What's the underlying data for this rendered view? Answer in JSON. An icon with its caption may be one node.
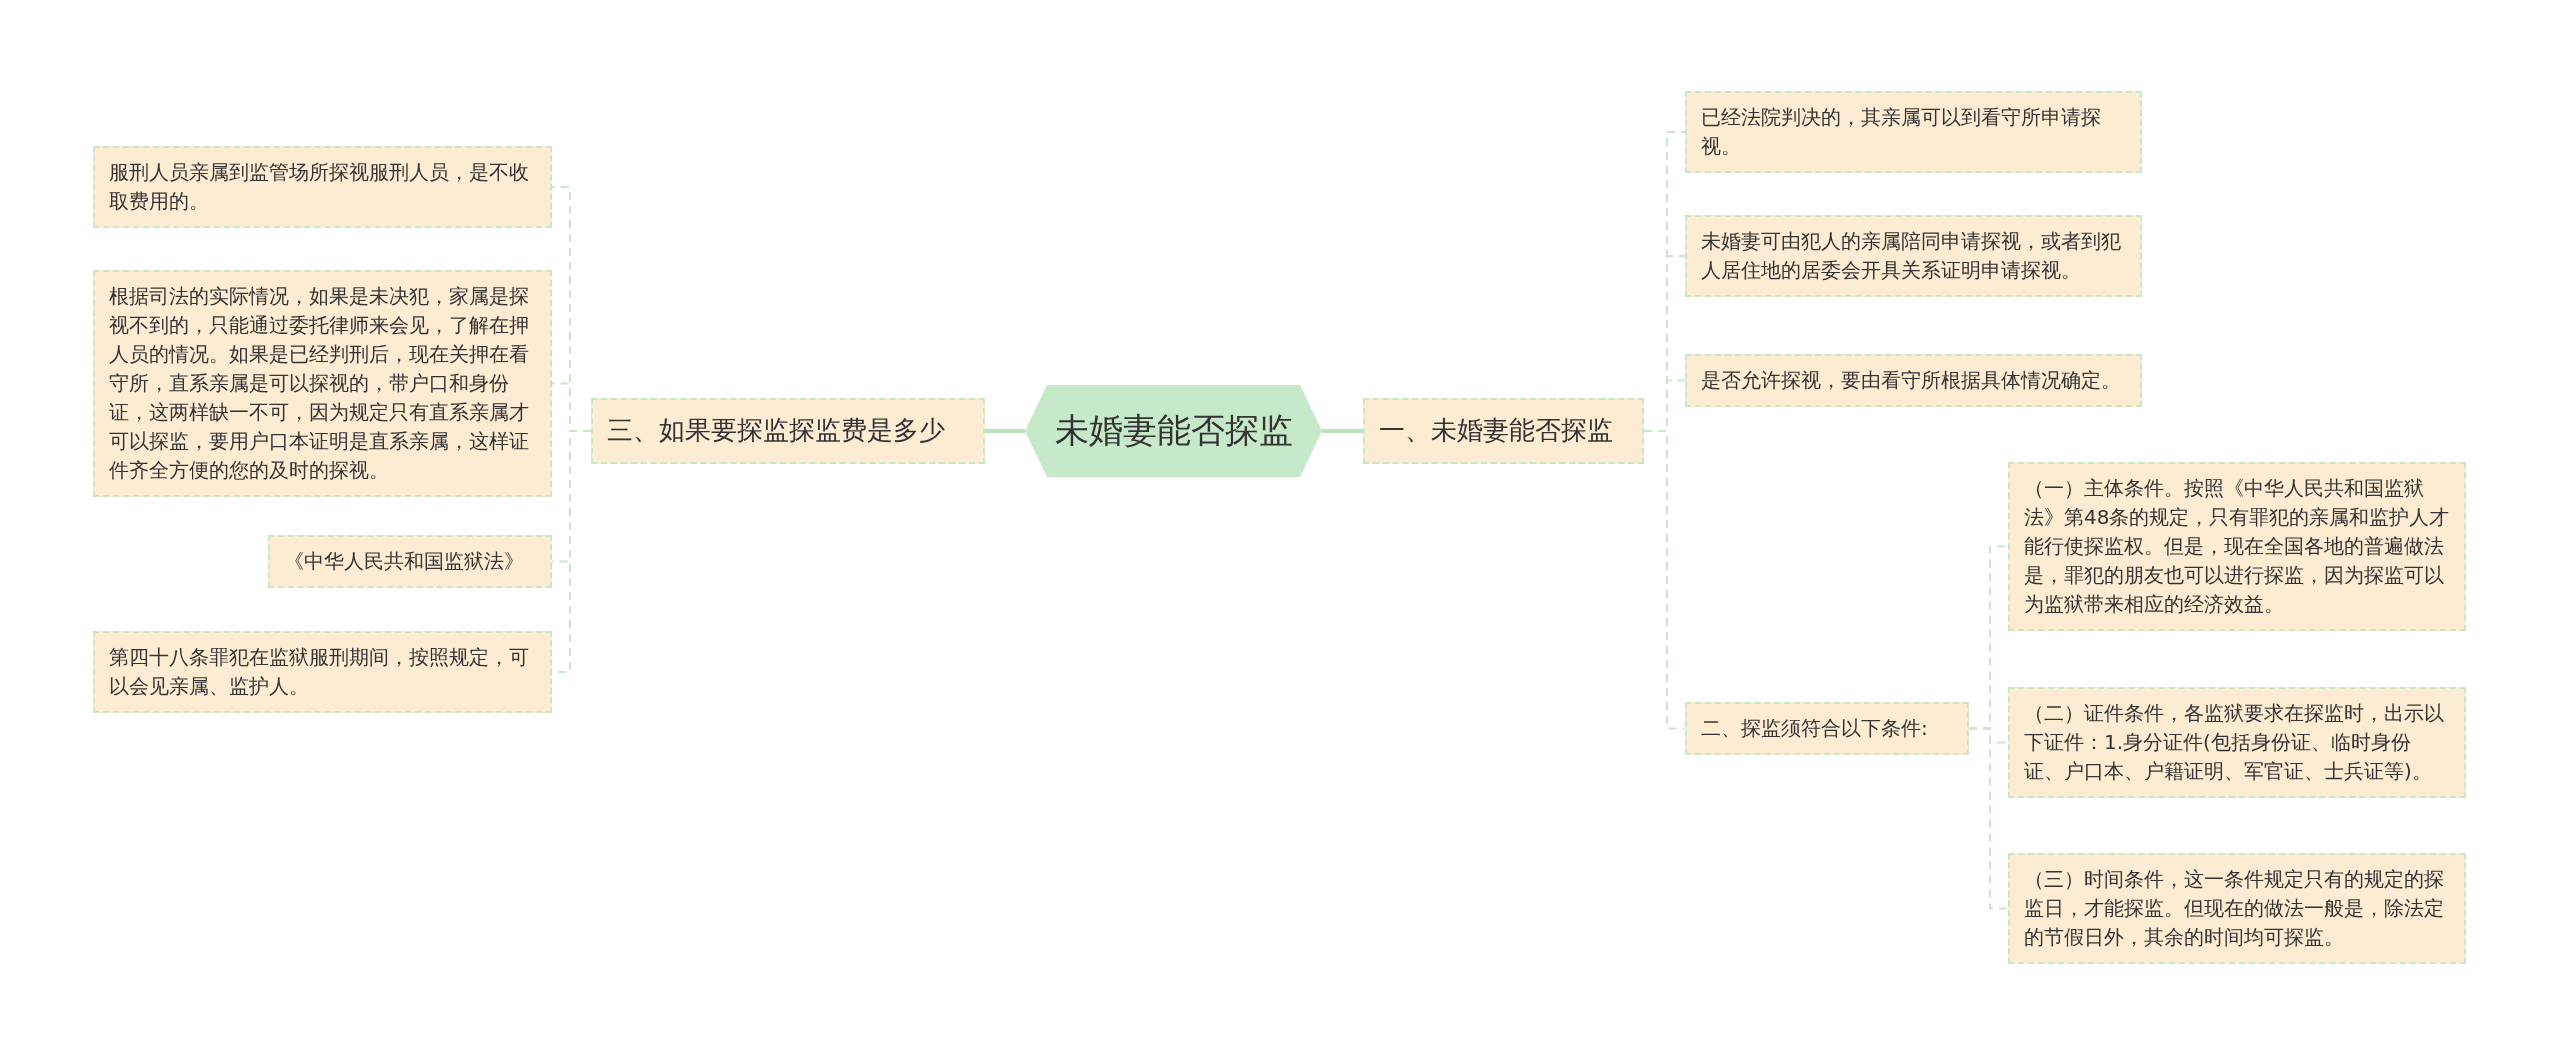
{
  "diagram": {
    "nodes": [
      {
        "text": [
          "未婚妻能否探监"
        ]
      },
      {
        "text": [
          "一、未婚妻能否探监"
        ]
      },
      {
        "text": [
          "已经法院判决的，其亲属可以到看守所申请探视。"
        ]
      },
      {
        "text": [
          "未婚妻可由犯人的亲属陪同申请探视，或者到犯人居住地的居委会开具关系证明申请探视。"
        ]
      },
      {
        "text": [
          "是否允许探视，要由看守所根据具体情况确定。"
        ]
      },
      {
        "text": [
          "二、探监须符合以下条件:"
        ]
      },
      {
        "text": [
          "（一）主体条件。按照《中华人民共和国监狱法》第48条的规定，只有罪犯的亲属和监护人才能行使探监权。但是，现在全国各地的普遍做法是，罪犯的朋友也可以进行探监，因为探监可以为监狱带来相应的经济效益。"
        ]
      },
      {
        "text": [
          "（二）证件条件，各监狱要求在探监时，出示以下证件：1.身分证件(包括身份证、临时身份证、户口本、户籍证明、军官证、士兵证等)。"
        ]
      },
      {
        "text": [
          "（三）时间条件，这一条件规定只有的规定的探监日，才能探监。但现在的做法一般是，除法定的节假日外，其余的时间均可探监。"
        ]
      },
      {
        "text": [
          "三、如果要探监探监费是多少"
        ]
      },
      {
        "text": [
          "服刑人员亲属到监管场所探视服刑人员，是不收取费用的。"
        ]
      },
      {
        "text": [
          "根据司法的实际情况，如果是未决犯，家属是探视不到的，只能通过委托律师来会见，了解在押人员的情况。如果是已经判刑后，现在关押在看守所，直系亲属是可以探视的，带户口和身份证，这两样缺一不可，因为规定只有直系亲属才可以探监，要用户口本证明是直系亲属，这样证件齐全方便的您的及时的探视。"
        ]
      },
      {
        "text": [
          "《中华人民共和国监狱法》"
        ]
      },
      {
        "text": [
          "第四十八条罪犯在监狱服刑期间，按照规定，可以会见亲属、监护人。"
        ]
      }
    ],
    "edges": [
      {
        "from": 0,
        "to": 1,
        "arrow": "none"
      },
      {
        "from": 1,
        "to": 2,
        "arrow": "none",
        "style": "dashed"
      },
      {
        "from": 1,
        "to": 3,
        "arrow": "none",
        "style": "dashed"
      },
      {
        "from": 1,
        "to": 4,
        "arrow": "none",
        "style": "dashed"
      },
      {
        "from": 1,
        "to": 5,
        "arrow": "none",
        "style": "dashed"
      },
      {
        "from": 5,
        "to": 6,
        "arrow": "none",
        "style": "dashed"
      },
      {
        "from": 5,
        "to": 7,
        "arrow": "none",
        "style": "dashed"
      },
      {
        "from": 5,
        "to": 8,
        "arrow": "none",
        "style": "dashed"
      },
      {
        "from": 0,
        "to": 9,
        "arrow": "none"
      },
      {
        "from": 9,
        "to": 10,
        "arrow": "none",
        "style": "dashed"
      },
      {
        "from": 9,
        "to": 11,
        "arrow": "none",
        "style": "dashed"
      },
      {
        "from": 9,
        "to": 12,
        "arrow": "none",
        "style": "dashed"
      },
      {
        "from": 9,
        "to": 13,
        "arrow": "none",
        "style": "dashed"
      }
    ]
  }
}
